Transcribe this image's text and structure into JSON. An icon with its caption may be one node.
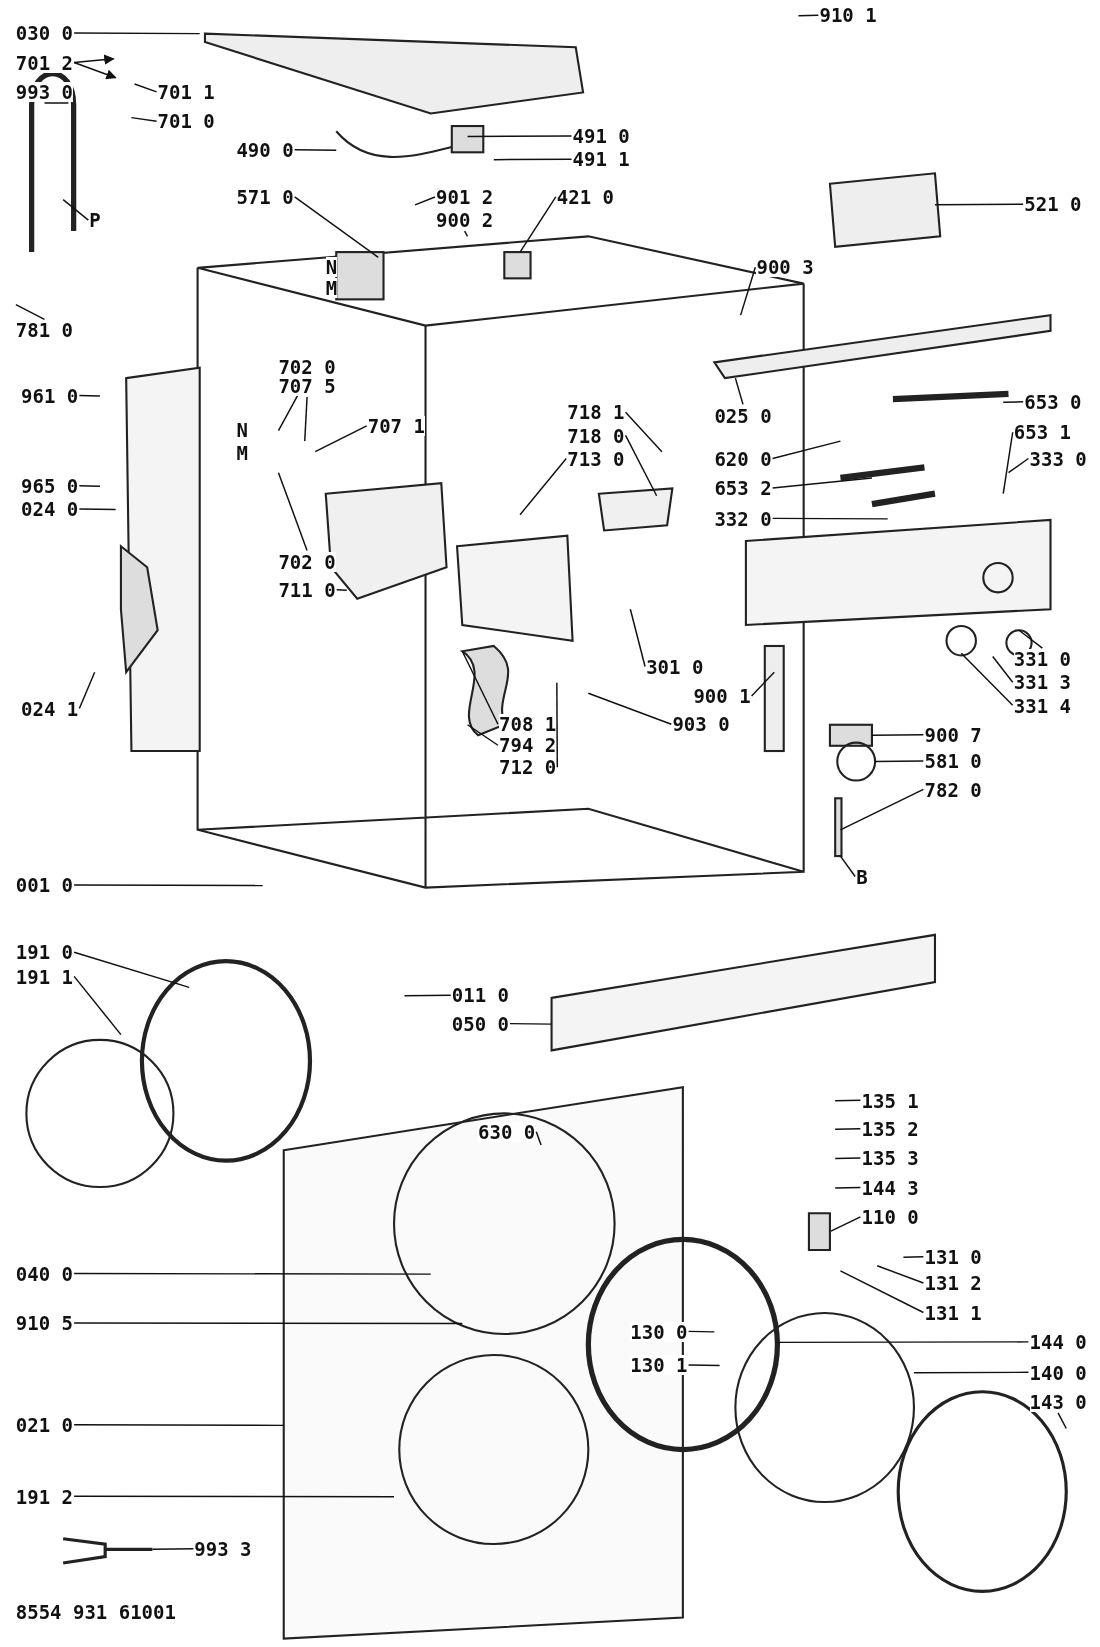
{
  "diagram": {
    "nodes": [
      {
        "text": [
          "030 0"
        ]
      },
      {
        "text": [
          "701 2"
        ]
      },
      {
        "text": [
          "701 1"
        ]
      },
      {
        "text": [
          "993 0"
        ]
      },
      {
        "text": [
          "701 0"
        ]
      },
      {
        "text": [
          "490 0"
        ]
      },
      {
        "text": [
          "491 0"
        ]
      },
      {
        "text": [
          "491 1"
        ]
      },
      {
        "text": [
          "910 1"
        ]
      },
      {
        "text": [
          "571 0"
        ]
      },
      {
        "text": [
          "901 2"
        ]
      },
      {
        "text": [
          "900 2"
        ]
      },
      {
        "text": [
          "421 0"
        ]
      },
      {
        "text": [
          "521 0"
        ]
      },
      {
        "text": [
          "900 3"
        ]
      },
      {
        "text": [
          "P"
        ]
      },
      {
        "text": [
          "781 0"
        ]
      },
      {
        "text": [
          "702 0"
        ]
      },
      {
        "text": [
          "707 5"
        ]
      },
      {
        "text": [
          "707 1"
        ]
      },
      {
        "text": [
          "961 0"
        ]
      },
      {
        "text": [
          "965 0"
        ]
      },
      {
        "text": [
          "024 0"
        ]
      },
      {
        "text": [
          "024 1"
        ]
      },
      {
        "text": [
          "702 0"
        ]
      },
      {
        "text": [
          "711 0"
        ]
      },
      {
        "text": [
          "718 1"
        ]
      },
      {
        "text": [
          "718 0"
        ]
      },
      {
        "text": [
          "713 0"
        ]
      },
      {
        "text": [
          "025 0"
        ]
      },
      {
        "text": [
          "653 0"
        ]
      },
      {
        "text": [
          "653 1"
        ]
      },
      {
        "text": [
          "333 0"
        ]
      },
      {
        "text": [
          "620 0"
        ]
      },
      {
        "text": [
          "653 2"
        ]
      },
      {
        "text": [
          "332 0"
        ]
      },
      {
        "text": [
          "301 0"
        ]
      },
      {
        "text": [
          "900 1"
        ]
      },
      {
        "text": [
          "903 0"
        ]
      },
      {
        "text": [
          "708 1"
        ]
      },
      {
        "text": [
          "794 2"
        ]
      },
      {
        "text": [
          "712 0"
        ]
      },
      {
        "text": [
          "331 0"
        ]
      },
      {
        "text": [
          "331 3"
        ]
      },
      {
        "text": [
          "331 4"
        ]
      },
      {
        "text": [
          "900 7"
        ]
      },
      {
        "text": [
          "581 0"
        ]
      },
      {
        "text": [
          "782 0"
        ]
      },
      {
        "text": [
          "B"
        ]
      },
      {
        "text": [
          "001 0"
        ]
      },
      {
        "text": [
          "191 0"
        ]
      },
      {
        "text": [
          "191 1"
        ]
      },
      {
        "text": [
          "011 0"
        ]
      },
      {
        "text": [
          "050 0"
        ]
      },
      {
        "text": [
          "135 1"
        ]
      },
      {
        "text": [
          "135 2"
        ]
      },
      {
        "text": [
          "135 3"
        ]
      },
      {
        "text": [
          "144 3"
        ]
      },
      {
        "text": [
          "110 0"
        ]
      },
      {
        "text": [
          "131 0"
        ]
      },
      {
        "text": [
          "131 2"
        ]
      },
      {
        "text": [
          "131 1"
        ]
      },
      {
        "text": [
          "630 0"
        ]
      },
      {
        "text": [
          "040 0"
        ]
      },
      {
        "text": [
          "910 5"
        ]
      },
      {
        "text": [
          "130 0"
        ]
      },
      {
        "text": [
          "130 1"
        ]
      },
      {
        "text": [
          "144 0"
        ]
      },
      {
        "text": [
          "140 0"
        ]
      },
      {
        "text": [
          "143 0"
        ]
      },
      {
        "text": [
          "021 0"
        ]
      },
      {
        "text": [
          "191 2"
        ]
      },
      {
        "text": [
          "993 3"
        ]
      }
    ],
    "edges": [
      {
        "from": 0,
        "to": null,
        "arrow": "none"
      },
      {
        "from": 1,
        "to": null,
        "arrow": "to"
      },
      {
        "from": 1,
        "to": null,
        "arrow": "to"
      },
      {
        "from": 2,
        "to": null,
        "arrow": "none"
      },
      {
        "from": 3,
        "to": null,
        "arrow": "none"
      },
      {
        "from": 4,
        "to": null,
        "arrow": "none"
      },
      {
        "from": 5,
        "to": null,
        "arrow": "none"
      },
      {
        "from": 6,
        "to": null,
        "arrow": "none"
      },
      {
        "from": 7,
        "to": null,
        "arrow": "none"
      },
      {
        "from": 8,
        "to": null,
        "arrow": "none"
      },
      {
        "from": 9,
        "to": null,
        "arrow": "none"
      },
      {
        "from": 10,
        "to": null,
        "arrow": "none"
      },
      {
        "from": 11,
        "to": null,
        "arrow": "none"
      },
      {
        "from": 12,
        "to": null,
        "arrow": "none"
      },
      {
        "from": 13,
        "to": null,
        "arrow": "none"
      },
      {
        "from": 14,
        "to": null,
        "arrow": "none"
      },
      {
        "from": 15,
        "to": null,
        "arrow": "none"
      },
      {
        "from": 16,
        "to": null,
        "arrow": "none"
      },
      {
        "from": 17,
        "to": null,
        "arrow": "none"
      },
      {
        "from": 18,
        "to": null,
        "arrow": "none"
      },
      {
        "from": 19,
        "to": null,
        "arrow": "none"
      },
      {
        "from": 20,
        "to": null,
        "arrow": "none"
      },
      {
        "from": 21,
        "to": null,
        "arrow": "none"
      },
      {
        "from": 22,
        "to": null,
        "arrow": "none"
      },
      {
        "from": 23,
        "to": null,
        "arrow": "none"
      },
      {
        "from": 24,
        "to": null,
        "arrow": "none"
      },
      {
        "from": 25,
        "to": null,
        "arrow": "none"
      },
      {
        "from": 26,
        "to": null,
        "arrow": "none"
      },
      {
        "from": 27,
        "to": null,
        "arrow": "none"
      },
      {
        "from": 28,
        "to": null,
        "arrow": "none"
      },
      {
        "from": 29,
        "to": null,
        "arrow": "none"
      },
      {
        "from": 30,
        "to": null,
        "arrow": "none"
      },
      {
        "from": 31,
        "to": null,
        "arrow": "none"
      },
      {
        "from": 32,
        "to": null,
        "arrow": "none"
      },
      {
        "from": 33,
        "to": null,
        "arrow": "none"
      },
      {
        "from": 34,
        "to": null,
        "arrow": "none"
      },
      {
        "from": 35,
        "to": null,
        "arrow": "none"
      },
      {
        "from": 36,
        "to": null,
        "arrow": "none"
      },
      {
        "from": 37,
        "to": null,
        "arrow": "none"
      },
      {
        "from": 38,
        "to": null,
        "arrow": "none"
      },
      {
        "from": 39,
        "to": null,
        "arrow": "none"
      },
      {
        "from": 40,
        "to": null,
        "arrow": "none"
      },
      {
        "from": 41,
        "to": null,
        "arrow": "none"
      },
      {
        "from": 42,
        "to": null,
        "arrow": "none"
      },
      {
        "from": 43,
        "to": null,
        "arrow": "none"
      },
      {
        "from": 44,
        "to": null,
        "arrow": "none"
      },
      {
        "from": 45,
        "to": null,
        "arrow": "none"
      },
      {
        "from": 46,
        "to": null,
        "arrow": "none"
      },
      {
        "from": 47,
        "to": null,
        "arrow": "none"
      },
      {
        "from": 48,
        "to": null,
        "arrow": "none"
      },
      {
        "from": 49,
        "to": null,
        "arrow": "none"
      },
      {
        "from": 50,
        "to": null,
        "arrow": "none"
      },
      {
        "from": 51,
        "to": null,
        "arrow": "none"
      },
      {
        "from": 52,
        "to": null,
        "arrow": "none"
      },
      {
        "from": 53,
        "to": null,
        "arrow": "none"
      },
      {
        "from": 54,
        "to": null,
        "arrow": "none"
      },
      {
        "from": 55,
        "to": null,
        "arrow": "none"
      },
      {
        "from": 56,
        "to": null,
        "arrow": "none"
      },
      {
        "from": 57,
        "to": null,
        "arrow": "none"
      },
      {
        "from": 58,
        "to": null,
        "arrow": "none"
      },
      {
        "from": 59,
        "to": null,
        "arrow": "none"
      },
      {
        "from": 60,
        "to": null,
        "arrow": "none"
      },
      {
        "from": 61,
        "to": null,
        "arrow": "none"
      },
      {
        "from": 62,
        "to": null,
        "arrow": "none"
      },
      {
        "from": 63,
        "to": null,
        "arrow": "none"
      },
      {
        "from": 64,
        "to": null,
        "arrow": "none"
      },
      {
        "from": 65,
        "to": null,
        "arrow": "none"
      },
      {
        "from": 66,
        "to": null,
        "arrow": "none"
      },
      {
        "from": 67,
        "to": null,
        "arrow": "none"
      },
      {
        "from": 68,
        "to": null,
        "arrow": "none"
      },
      {
        "from": 69,
        "to": null,
        "arrow": "none"
      },
      {
        "from": 70,
        "to": null,
        "arrow": "none"
      },
      {
        "from": 71,
        "to": null,
        "arrow": "none"
      },
      {
        "from": 72,
        "to": null,
        "arrow": "none"
      }
    ],
    "labels": [
      "N",
      "M",
      "N",
      "M",
      "8554 931 61001"
    ]
  }
}
